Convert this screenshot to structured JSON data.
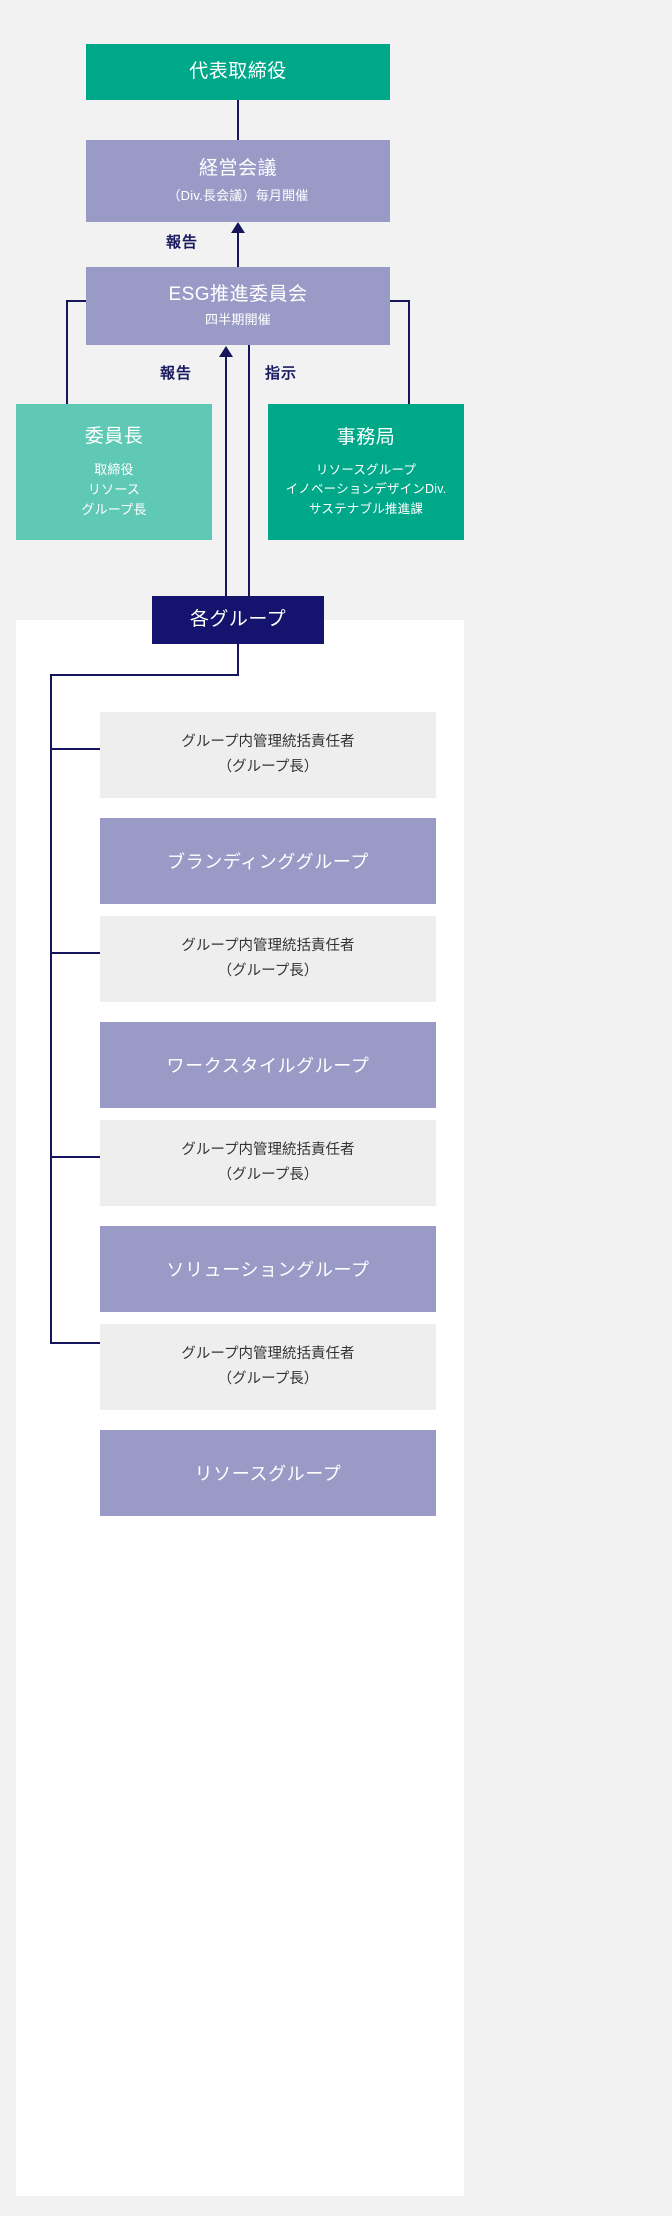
{
  "colors": {
    "page_background": "#f2f2f2",
    "panel_background": "#ffffff",
    "teal_dark": "#00a88a",
    "teal_light": "#5fc9b6",
    "purple": "#9a9ac7",
    "navy": "#14146e",
    "line_navy": "#16165c",
    "gray_head": "#eeeeee"
  },
  "nodes": {
    "ceo": {
      "title": "代表取締役"
    },
    "management_meeting": {
      "title": "経営会議",
      "subtitle": "（Div.長会議）毎月開催"
    },
    "esg_committee": {
      "title": "ESG推進委員会",
      "subtitle": "四半期開催"
    },
    "chairperson": {
      "title": "委員長",
      "sub_lines": [
        "取締役",
        "リソース",
        "グループ長"
      ]
    },
    "secretariat": {
      "title": "事務局",
      "sub_lines": [
        "リソースグループ",
        "イノベーションデザインDiv.",
        "サステナブル推進課"
      ]
    },
    "each_group": {
      "title": "各グループ"
    }
  },
  "edge_labels": {
    "report_to_management": "報告",
    "report_to_esg": "報告",
    "instruction_from_esg": "指示"
  },
  "group_head_lines": [
    "グループ内管理統括責任者",
    "（グループ長）"
  ],
  "groups": [
    {
      "head_line1": "グループ内管理統括責任者",
      "head_line2": "（グループ長）",
      "name": "ブランディンググループ"
    },
    {
      "head_line1": "グループ内管理統括責任者",
      "head_line2": "（グループ長）",
      "name": "ワークスタイルグループ"
    },
    {
      "head_line1": "グループ内管理統括責任者",
      "head_line2": "（グループ長）",
      "name": "ソリューショングループ"
    },
    {
      "head_line1": "グループ内管理統括責任者",
      "head_line2": "（グループ長）",
      "name": "リソースグループ"
    }
  ]
}
